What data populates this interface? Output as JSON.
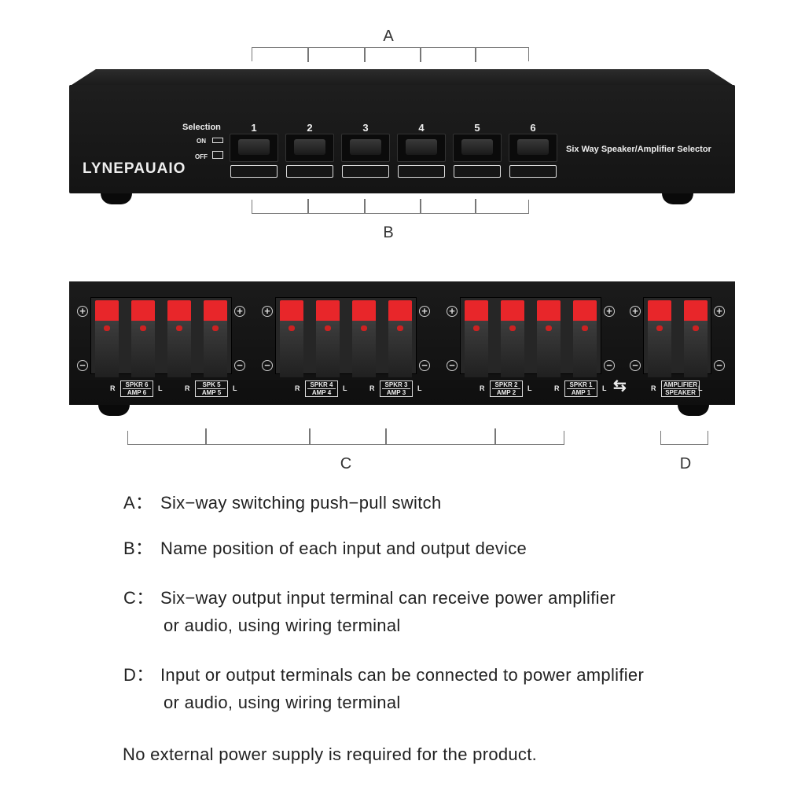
{
  "front_panel": {
    "brand": "LYNEPAUAIO",
    "selection_label": "Selection",
    "on_label": "ON",
    "off_label": "OFF",
    "channels": [
      "1",
      "2",
      "3",
      "4",
      "5",
      "6"
    ],
    "product_name": "Six Way Speaker/Amplifier Selector"
  },
  "back_panel": {
    "groups": [
      {
        "tags": [
          [
            "SPKR 6",
            "AMP 6"
          ],
          [
            "SPK 5",
            "AMP 5"
          ]
        ]
      },
      {
        "tags": [
          [
            "SPKR 4",
            "AMP 4"
          ],
          [
            "SPKR 3",
            "AMP 3"
          ]
        ]
      },
      {
        "tags": [
          [
            "SPKR 2",
            "AMP 2"
          ],
          [
            "SPKR 1",
            "AMP 1"
          ]
        ]
      },
      {
        "tags": [
          [
            "AMPLIFIER",
            "SPEAKER"
          ]
        ]
      }
    ],
    "r_label": "R",
    "l_label": "L",
    "plus": "+",
    "minus": "−",
    "swap_icon": "⇆"
  },
  "callouts": {
    "a": "A",
    "b": "B",
    "c": "C",
    "d": "D"
  },
  "descriptions": [
    {
      "key": "A：",
      "lines": [
        "Six−way switching push−pull switch"
      ]
    },
    {
      "key": "B：",
      "lines": [
        "Name position of each input and output device"
      ]
    },
    {
      "key": "C：",
      "lines": [
        "Six−way output input terminal can receive power amplifier",
        "or audio, using wiring terminal"
      ]
    },
    {
      "key": "D：",
      "lines": [
        "Input or output terminals can be connected to power amplifier",
        "or audio, using wiring terminal"
      ]
    }
  ],
  "footer": "No external power supply is required for the product.",
  "colors": {
    "terminal_red": "#e8262a",
    "chassis": "#161616"
  }
}
